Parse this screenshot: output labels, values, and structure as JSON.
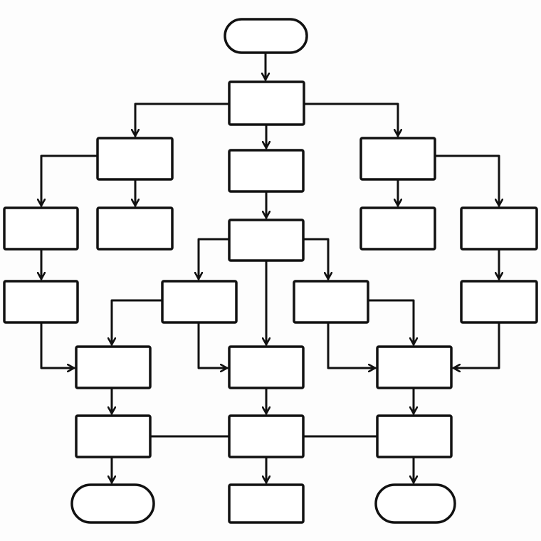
{
  "diagram": {
    "type": "flowchart",
    "style": "hand-drawn",
    "colors": {
      "stroke": "#111111",
      "fill": "#ffffff",
      "background": "#fdfdfd"
    },
    "nodes": [
      {
        "id": "start",
        "shape": "terminator",
        "label": ""
      },
      {
        "id": "n1",
        "shape": "process",
        "label": ""
      },
      {
        "id": "n2",
        "shape": "process",
        "label": ""
      },
      {
        "id": "n3",
        "shape": "process",
        "label": ""
      },
      {
        "id": "n4",
        "shape": "process",
        "label": ""
      },
      {
        "id": "n5",
        "shape": "process",
        "label": ""
      },
      {
        "id": "n6",
        "shape": "process",
        "label": ""
      },
      {
        "id": "n7",
        "shape": "process",
        "label": ""
      },
      {
        "id": "n8",
        "shape": "process",
        "label": ""
      },
      {
        "id": "n9",
        "shape": "process",
        "label": ""
      },
      {
        "id": "n10",
        "shape": "process",
        "label": ""
      },
      {
        "id": "n11",
        "shape": "process",
        "label": ""
      },
      {
        "id": "n12",
        "shape": "process",
        "label": ""
      },
      {
        "id": "n13",
        "shape": "process",
        "label": ""
      },
      {
        "id": "n14",
        "shape": "process",
        "label": ""
      },
      {
        "id": "n15",
        "shape": "process",
        "label": ""
      },
      {
        "id": "n16",
        "shape": "process",
        "label": ""
      },
      {
        "id": "n17",
        "shape": "process",
        "label": ""
      },
      {
        "id": "n18",
        "shape": "process",
        "label": ""
      },
      {
        "id": "n19",
        "shape": "process",
        "label": ""
      },
      {
        "id": "n20",
        "shape": "process",
        "label": ""
      },
      {
        "id": "end-left",
        "shape": "terminator",
        "label": ""
      },
      {
        "id": "end-middle",
        "shape": "process",
        "label": ""
      },
      {
        "id": "end-right",
        "shape": "terminator",
        "label": ""
      }
    ],
    "edges": [
      {
        "id": "e1",
        "from": "start",
        "to": "n1",
        "arrow": true
      },
      {
        "id": "e2",
        "from": "n1",
        "to": "n2",
        "arrow": true
      },
      {
        "id": "e3",
        "from": "n1",
        "to": "n3",
        "arrow": true
      },
      {
        "id": "e4",
        "from": "n1",
        "to": "n4",
        "arrow": true
      },
      {
        "id": "e5",
        "from": "n2",
        "to": "n5",
        "arrow": true
      },
      {
        "id": "e6",
        "from": "n2",
        "to": "n6",
        "arrow": true
      },
      {
        "id": "e7",
        "from": "n4",
        "to": "n8",
        "arrow": true
      },
      {
        "id": "e8",
        "from": "n4",
        "to": "n9",
        "arrow": true
      },
      {
        "id": "e9",
        "from": "n3",
        "to": "n7",
        "arrow": true
      },
      {
        "id": "e10",
        "from": "n5",
        "to": "n10",
        "arrow": true
      },
      {
        "id": "e11",
        "from": "n9",
        "to": "n13",
        "arrow": true
      },
      {
        "id": "e12",
        "from": "n7",
        "to": "n11",
        "arrow": true
      },
      {
        "id": "e13",
        "from": "n7",
        "to": "n12",
        "arrow": true
      },
      {
        "id": "e14",
        "from": "n7",
        "to": "n15",
        "arrow": true
      },
      {
        "id": "e15",
        "from": "n10",
        "to": "n14",
        "arrow": true
      },
      {
        "id": "e16",
        "from": "n11",
        "to": "n14",
        "arrow": true
      },
      {
        "id": "e17",
        "from": "n11",
        "to": "n15",
        "arrow": true
      },
      {
        "id": "e18",
        "from": "n12",
        "to": "n16",
        "arrow": true
      },
      {
        "id": "e19",
        "from": "n12",
        "to": "n16",
        "arrow": true
      },
      {
        "id": "e20",
        "from": "n13",
        "to": "n16",
        "arrow": true
      },
      {
        "id": "e21",
        "from": "n14",
        "to": "n17",
        "arrow": true
      },
      {
        "id": "e22",
        "from": "n15",
        "to": "n18",
        "arrow": true
      },
      {
        "id": "e23",
        "from": "n16",
        "to": "n19",
        "arrow": true
      },
      {
        "id": "e24",
        "from": "n17",
        "to": "n18",
        "arrow": false
      },
      {
        "id": "e25",
        "from": "n18",
        "to": "n19",
        "arrow": false
      },
      {
        "id": "e26",
        "from": "n17",
        "to": "end-left",
        "arrow": true
      },
      {
        "id": "e27",
        "from": "n18",
        "to": "end-middle",
        "arrow": true
      },
      {
        "id": "e28",
        "from": "n19",
        "to": "end-right",
        "arrow": true
      }
    ]
  }
}
